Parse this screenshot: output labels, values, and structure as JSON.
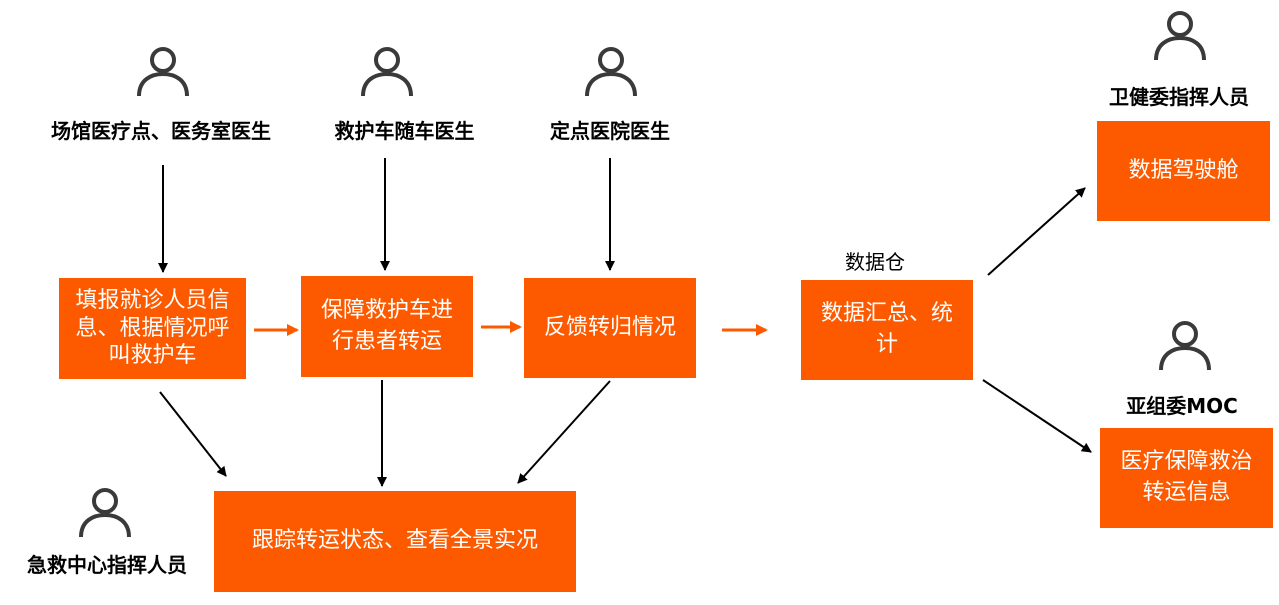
{
  "actors": {
    "venue_doctor": "场馆医疗点、医务室医生",
    "ambulance_doctor": "救护车随车医生",
    "hospital_doctor": "定点医院医生",
    "health_commander": "卫健委指挥人员",
    "moc": "亚组委MOC",
    "emergency_commander": "急救中心指挥人员"
  },
  "steps": {
    "report": "填报就诊人员信息、根据情况呼叫救护车",
    "transfer": "保障救护车进行患者转运",
    "feedback": "反馈转归情况",
    "track": "跟踪转运状态、查看全景实况"
  },
  "warehouse": {
    "title": "数据仓",
    "summary": "数据汇总、统计"
  },
  "outputs": {
    "cockpit": "数据驾驶舱",
    "transport_info": "医疗保障救治转运信息"
  },
  "colors": {
    "box_fill": "#fd5a00",
    "box_text": "#ffffff",
    "flow_arrow": "#fd5a00",
    "link_arrow": "#000000",
    "icon": "#3a3a3a"
  }
}
